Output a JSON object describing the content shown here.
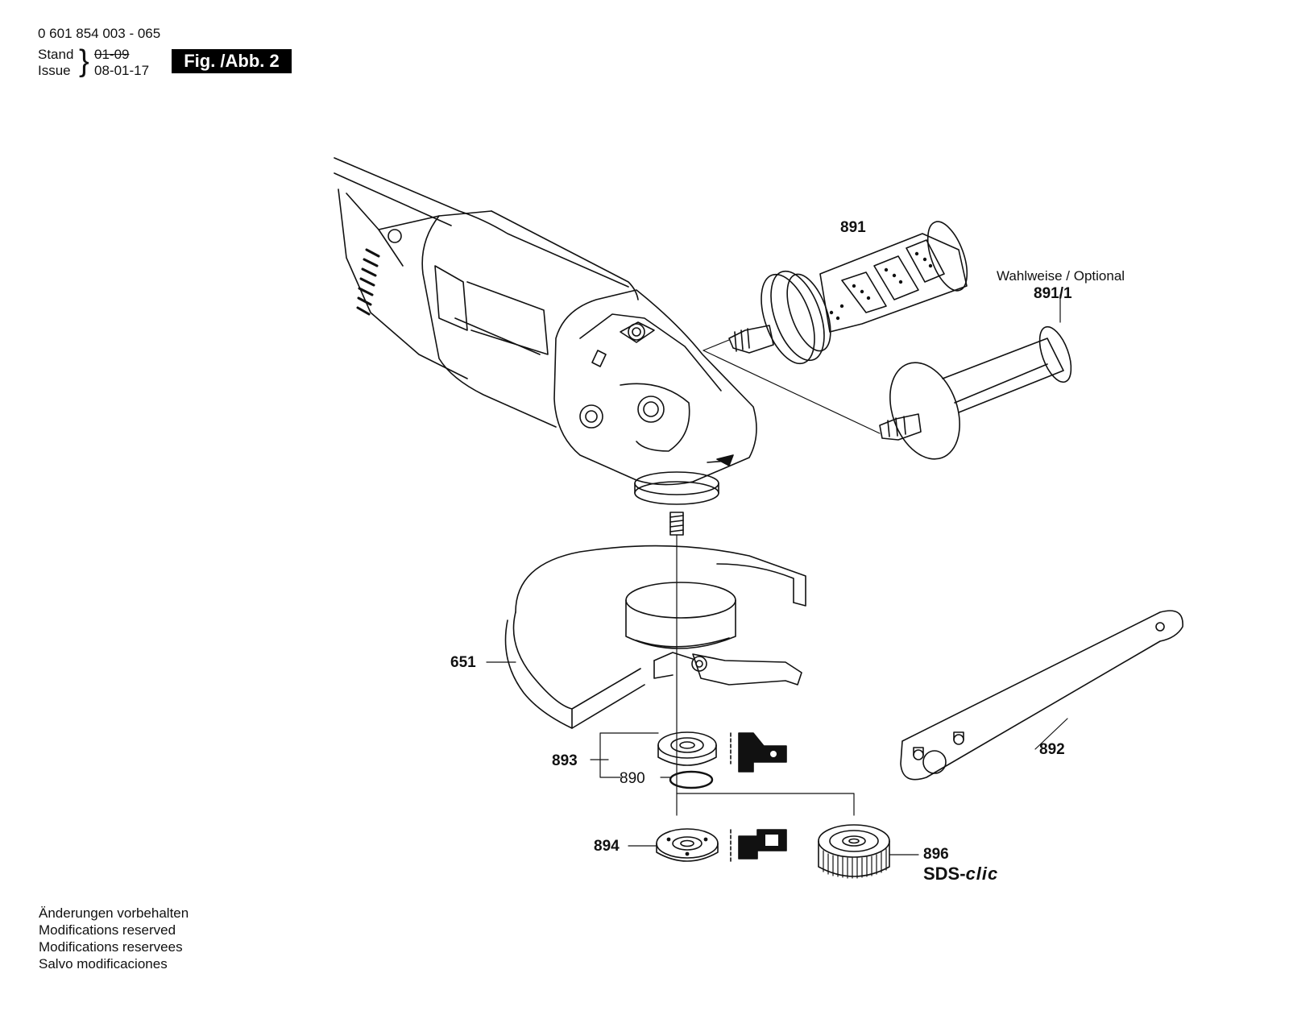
{
  "header": {
    "doc_number": "0 601 854 003 - 065",
    "stand_label": "Stand",
    "issue_label": "Issue",
    "stand_old": "01-09",
    "stand_new": "08-01-17",
    "figure": "Fig. /Abb. 2"
  },
  "optional": {
    "label": "Wahlweise / Optional"
  },
  "callouts": {
    "p891": "891",
    "p891_1": "891/1",
    "p651": "651",
    "p892": "892",
    "p893": "893",
    "p890": "890",
    "p894": "894",
    "p896": "896"
  },
  "sds": {
    "prefix": "SDS-",
    "suffix": "clic"
  },
  "footer": {
    "de": "Änderungen vorbehalten",
    "en": "Modifications reserved",
    "fr": "Modifications reservees",
    "es": "Salvo modificaciones"
  }
}
